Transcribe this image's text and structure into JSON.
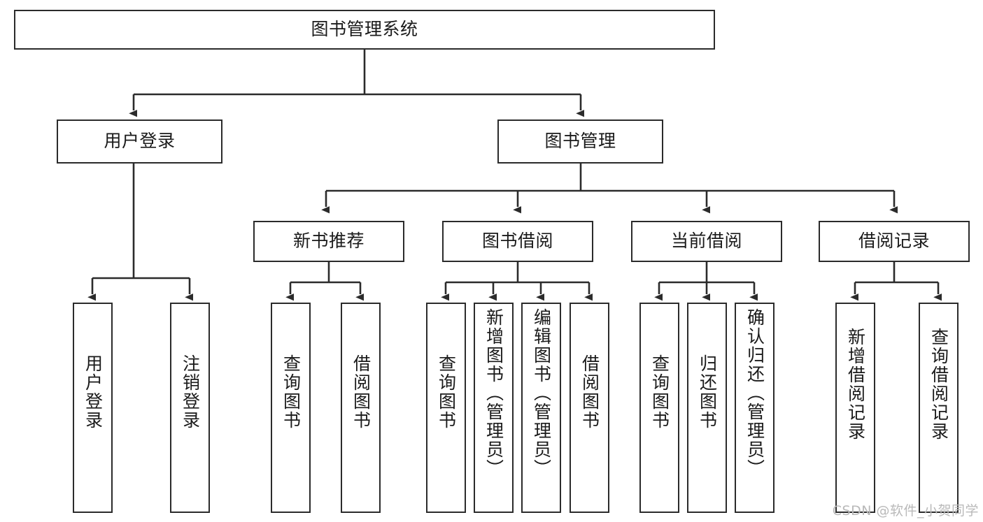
{
  "diagram": {
    "type": "tree-flowchart",
    "title": "图书管理系统",
    "nodes": {
      "root": {
        "label": "图书管理系统"
      },
      "level2": [
        {
          "id": "user-login",
          "label": "用户登录"
        },
        {
          "id": "book-management",
          "label": "图书管理"
        }
      ],
      "level3": [
        {
          "id": "new-book-recommend",
          "label": "新书推荐"
        },
        {
          "id": "book-borrow",
          "label": "图书借阅"
        },
        {
          "id": "current-borrow",
          "label": "当前借阅"
        },
        {
          "id": "borrow-record",
          "label": "借阅记录"
        }
      ],
      "leaves": [
        {
          "id": "leaf-user-login",
          "label": "用户登录"
        },
        {
          "id": "leaf-logout-login",
          "label": "注销登录"
        },
        {
          "id": "leaf-query-book-1",
          "label": "查询图书"
        },
        {
          "id": "leaf-borrow-book-1",
          "label": "借阅图书"
        },
        {
          "id": "leaf-query-book-2",
          "label": "查询图书"
        },
        {
          "id": "leaf-add-book-admin",
          "label": "新增图书（管理员）"
        },
        {
          "id": "leaf-edit-book-admin",
          "label": "编辑图书（管理员）"
        },
        {
          "id": "leaf-borrow-book-2",
          "label": "借阅图书"
        },
        {
          "id": "leaf-query-book-3",
          "label": "查询图书"
        },
        {
          "id": "leaf-return-book",
          "label": "归还图书"
        },
        {
          "id": "leaf-confirm-return-admin",
          "label": "确认归还（管理员）"
        },
        {
          "id": "leaf-add-borrow-record",
          "label": "新增借阅记录"
        },
        {
          "id": "leaf-query-borrow-record",
          "label": "查询借阅记录"
        }
      ]
    },
    "colors": {
      "border": "#2b2b2b",
      "background": "#ffffff",
      "text": "#1a1a1a",
      "watermark": "#b9b9b9"
    }
  },
  "watermark": {
    "text": "CSDN @软件_小贺同学"
  }
}
